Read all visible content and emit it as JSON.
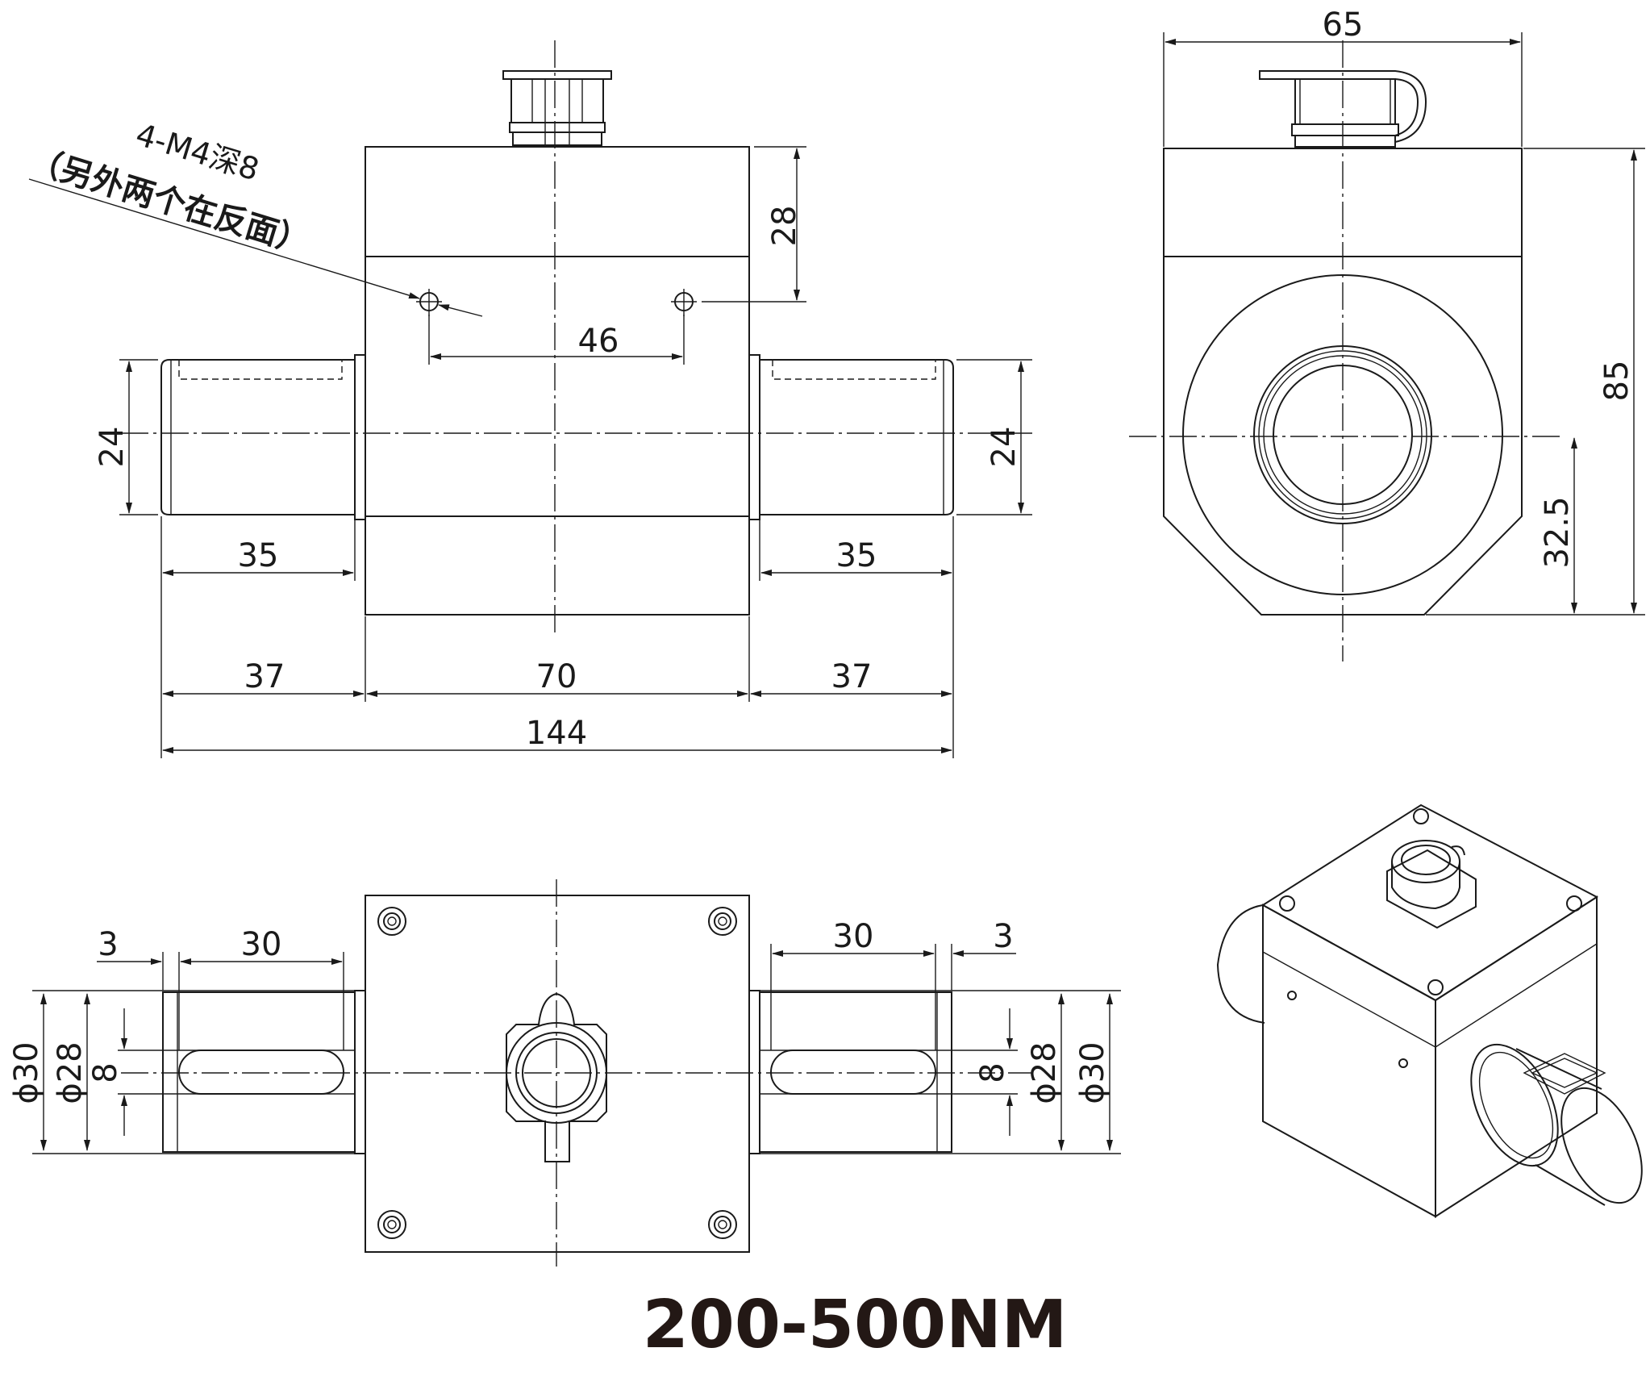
{
  "title": "200-500NM",
  "note": {
    "thread": "4-M4深8",
    "remark": "（另外两个在反面）"
  },
  "front_view": {
    "dims": {
      "height_top": "28",
      "hole_spacing": "46",
      "shaft_dia_left": "24",
      "shaft_dia_right": "24",
      "shaft_len_left": "35",
      "shaft_len_right": "35",
      "seg_left": "37",
      "body_width": "70",
      "seg_right": "37",
      "overall": "144"
    }
  },
  "side_view": {
    "dims": {
      "width": "65",
      "height": "85",
      "center_height": "32.5"
    }
  },
  "top_view": {
    "dims": {
      "key_offset_left": "3",
      "key_len_left": "30",
      "key_len_right": "30",
      "key_offset_right": "3",
      "dia30_left": "ϕ30",
      "dia28_left": "ϕ28",
      "key_width_left": "8",
      "key_width_right": "8",
      "dia28_right": "ϕ28",
      "dia30_right": "ϕ30"
    }
  }
}
